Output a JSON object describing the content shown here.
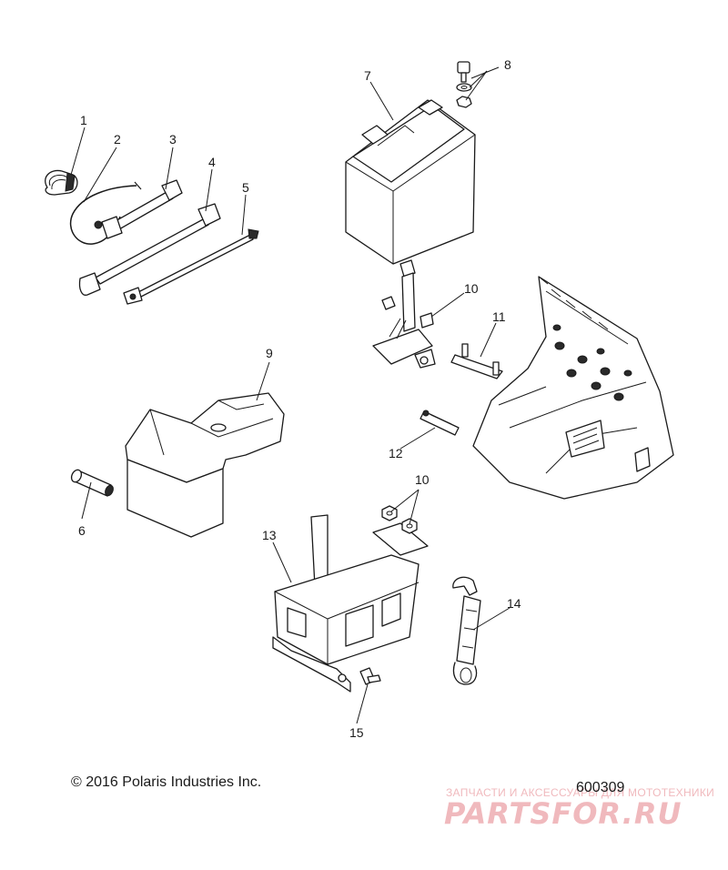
{
  "callouts": {
    "c1": "1",
    "c2": "2",
    "c3": "3",
    "c4": "4",
    "c5": "5",
    "c6": "6",
    "c7": "7",
    "c8": "8",
    "c9": "9",
    "c10a": "10",
    "c10b": "10",
    "c11": "11",
    "c12": "12",
    "c13": "13",
    "c14": "14",
    "c15": "15"
  },
  "footer": {
    "copyright": "© 2016 Polaris Industries Inc.",
    "drawing_number": "600309"
  },
  "watermark": {
    "tagline": "ЗАПЧАСТИ И АКСЕССУАРЫ ДЛЯ МОТОТЕХНИКИ",
    "logo": "PARTSFOR.RU"
  }
}
